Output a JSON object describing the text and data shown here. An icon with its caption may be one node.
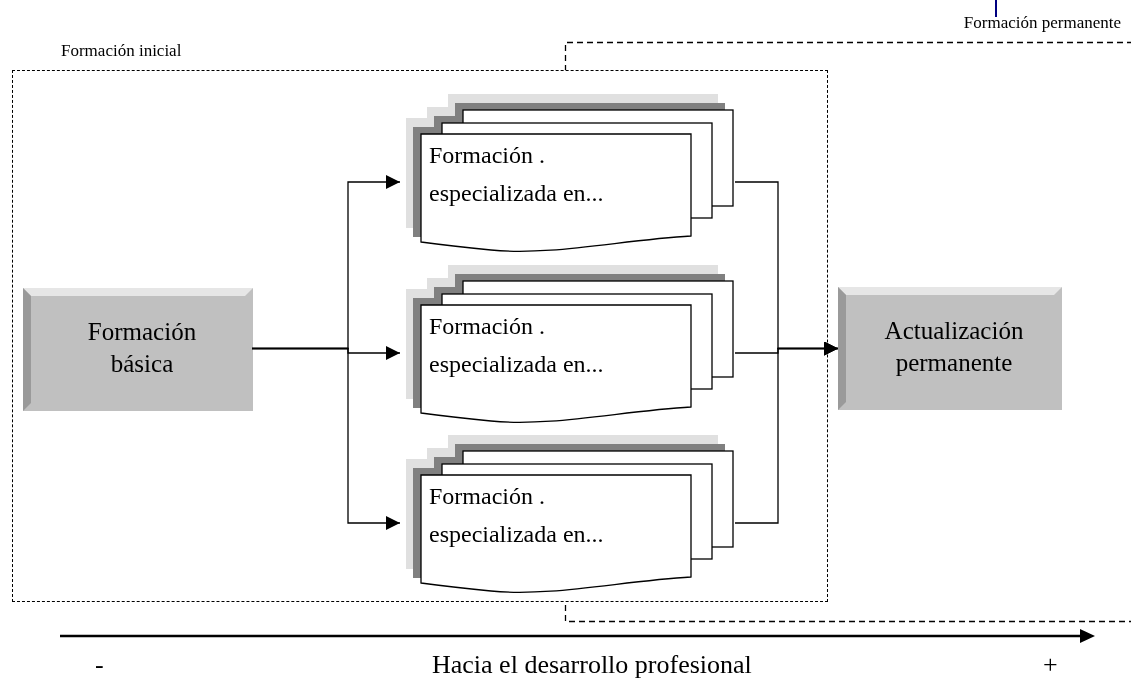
{
  "diagram": {
    "nodes": [
      {
        "text": [
          "Formación inicial"
        ]
      },
      {
        "text": [
          "Formación permanente"
        ]
      },
      {
        "text": [
          "Formación básica"
        ],
        "in": 0
      },
      {
        "text": [
          "Formación . especializada en..."
        ],
        "in": 0
      },
      {
        "text": [
          "Formación . especializada en..."
        ],
        "in": 0
      },
      {
        "text": [
          "Formación . especializada en..."
        ],
        "in": 0
      },
      {
        "text": [
          "Actualización permanente"
        ],
        "in": 1
      }
    ],
    "edges": [
      {
        "from": 2,
        "to": 3,
        "arrow": "to"
      },
      {
        "from": 2,
        "to": 4,
        "arrow": "to"
      },
      {
        "from": 2,
        "to": 5,
        "arrow": "to"
      },
      {
        "from": 3,
        "to": 6,
        "arrow": "to"
      },
      {
        "from": 4,
        "to": 6,
        "arrow": "to"
      },
      {
        "from": 5,
        "to": 6,
        "arrow": "to"
      }
    ],
    "labels": [
      "-",
      "Hacia el desarrollo profesional",
      "+"
    ]
  }
}
